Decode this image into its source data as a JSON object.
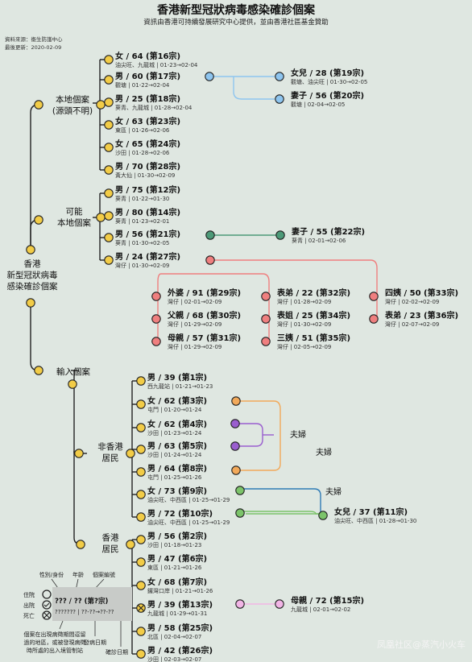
{
  "header": {
    "title": "香港新型冠狀病毒感染確診個案",
    "subtitle": "資訊由香港可持續發展研究中心提供，並由香港社區基金贊助",
    "source": "資料來源：衞生防護中心",
    "updated": "最後更新：2020-02-09"
  },
  "root": {
    "lines": [
      "香港",
      "新型冠狀病毒",
      "感染確診個案"
    ]
  },
  "groups": {
    "local": {
      "lines": [
        "本地個案",
        "(源頭不明)"
      ]
    },
    "possible": {
      "lines": [
        "可能",
        "本地個案"
      ]
    },
    "imported": {
      "lines": [
        "輸入個案"
      ]
    },
    "nonresident": {
      "lines": [
        "非香港",
        "居民"
      ]
    },
    "resident": {
      "lines": [
        "香港",
        "居民"
      ]
    }
  },
  "cases": [
    {
      "id": "c16",
      "label": "女 / 64 (第16宗)",
      "district": "油尖旺、九龍城",
      "dates": "01-23→02-04"
    },
    {
      "id": "c17",
      "label": "男 / 60 (第17宗)",
      "district": "觀塘",
      "dates": "01-22→02-04"
    },
    {
      "id": "c18",
      "label": "男 / 25 (第18宗)",
      "district": "葵青、九龍城",
      "dates": "01-28→02-04"
    },
    {
      "id": "c23",
      "label": "女 / 63 (第23宗)",
      "district": "東區",
      "dates": "01-26→02-06"
    },
    {
      "id": "c24",
      "label": "女 / 65 (第24宗)",
      "district": "沙田",
      "dates": "01-28→02-06"
    },
    {
      "id": "c28",
      "label": "男 / 70 (第28宗)",
      "district": "黃大仙",
      "dates": "01-30→02-09"
    },
    {
      "id": "c12",
      "label": "男 / 75 (第12宗)",
      "district": "葵青",
      "dates": "01-22→01-30"
    },
    {
      "id": "c14",
      "label": "男 / 80 (第14宗)",
      "district": "葵青",
      "dates": "01-23→02-01"
    },
    {
      "id": "c21",
      "label": "男 / 56 (第21宗)",
      "district": "葵青",
      "dates": "01-30→02-05"
    },
    {
      "id": "c27",
      "label": "男 / 24 (第27宗)",
      "district": "灣仔",
      "dates": "01-30→02-09"
    },
    {
      "id": "c1",
      "label": "男 / 39 (第1宗)",
      "district": "西九龍站",
      "dates": "01-21→01-23"
    },
    {
      "id": "c3",
      "label": "女 / 62 (第3宗)",
      "district": "屯門",
      "dates": "01-20→01-24"
    },
    {
      "id": "c4",
      "label": "女 / 62 (第4宗)",
      "district": "沙田",
      "dates": "01-23→01-24"
    },
    {
      "id": "c5",
      "label": "男 / 63 (第5宗)",
      "district": "沙田",
      "dates": "01-24→01-24"
    },
    {
      "id": "c8",
      "label": "男 / 64 (第8宗)",
      "district": "屯門",
      "dates": "01-25→01-26"
    },
    {
      "id": "c9",
      "label": "女 / 73 (第9宗)",
      "district": "油尖旺、中西區",
      "dates": "01-25→01-29"
    },
    {
      "id": "c10",
      "label": "男 / 72 (第10宗)",
      "district": "油尖旺、中西區",
      "dates": "01-25→01-29"
    },
    {
      "id": "c2",
      "label": "男 / 56 (第2宗)",
      "district": "沙田",
      "dates": "01-18→01-23"
    },
    {
      "id": "c6",
      "label": "男 / 47 (第6宗)",
      "district": "東區",
      "dates": "01-21→01-26"
    },
    {
      "id": "c7",
      "label": "女 / 68 (第7宗)",
      "district": "鑼灣口岸",
      "dates": "01-21→01-26"
    },
    {
      "id": "c13",
      "label": "男 / 39 (第13宗)",
      "district": "九龍城",
      "dates": "01-29→01-31"
    },
    {
      "id": "c25",
      "label": "男 / 58 (第25宗)",
      "district": "北區",
      "dates": "02-04→02-07"
    },
    {
      "id": "c26",
      "label": "男 / 42 (第26宗)",
      "district": "沙田",
      "dates": "02-03→02-07"
    }
  ],
  "contacts": [
    {
      "id": "c19",
      "label": "女兒 / 28 (第19宗)",
      "district": "觀塘、油尖旺",
      "dates": "01-30→02-05"
    },
    {
      "id": "c20",
      "label": "妻子 / 56 (第20宗)",
      "district": "觀塘",
      "dates": "02-04→02-05"
    },
    {
      "id": "c22",
      "label": "妻子 / 55 (第22宗)",
      "district": "葵青",
      "dates": "02-01→02-06"
    },
    {
      "id": "c29",
      "label": "外婆 / 91 (第29宗)",
      "district": "灣仔",
      "dates": "02-01→02-09"
    },
    {
      "id": "c30",
      "label": "父親 / 68 (第30宗)",
      "district": "灣仔",
      "dates": "01-29→02-09"
    },
    {
      "id": "c31",
      "label": "母親 / 57 (第31宗)",
      "district": "灣仔",
      "dates": "01-29→02-09"
    },
    {
      "id": "c32",
      "label": "表弟 / 22 (第32宗)",
      "district": "灣仔",
      "dates": "01-28→02-09"
    },
    {
      "id": "c34",
      "label": "表姐 / 25 (第34宗)",
      "district": "灣仔",
      "dates": "01-30→02-09"
    },
    {
      "id": "c35",
      "label": "三姨 / 51 (第35宗)",
      "district": "灣仔",
      "dates": "02-05→02-09"
    },
    {
      "id": "c33",
      "label": "四姨 / 50 (第33宗)",
      "district": "灣仔",
      "dates": "02-02→02-09"
    },
    {
      "id": "c36",
      "label": "表弟 / 23 (第36宗)",
      "district": "灣仔",
      "dates": "02-07→02-09"
    },
    {
      "id": "c11",
      "label": "女兒 / 37 (第11宗)",
      "district": "油尖旺、中西區",
      "dates": "01-28→01-30"
    },
    {
      "id": "c15",
      "label": "母親 / 72 (第15宗)",
      "district": "九龍城",
      "dates": "02-01→02-02"
    }
  ],
  "relations": {
    "couple1": "夫婦",
    "couple2": "夫婦",
    "couple3": "夫婦"
  },
  "legend": {
    "top": [
      "性別/身份",
      "年齡",
      "個案編號"
    ],
    "status": [
      "住院",
      "出院",
      "死亡"
    ],
    "sample_top": "??? / ?? (第?宗)",
    "sample_bottom": "???????  | ??-??→??-??",
    "note": [
      "個案在出現病徵期間逗留",
      "過的地區，或被發現病徵",
      "時所處的出入境管制站"
    ],
    "onset": "發病日期",
    "confirm": "確診日期"
  },
  "watermark": "凤凰社区@蒸汽小火车",
  "colors": {
    "background": "#dfe7e1",
    "line": "#222222",
    "yellow": "#f2cc47",
    "blue": "#8ec5ef",
    "teal": "#4d9a78",
    "red": "#ef7f7f",
    "orange": "#f2a95a",
    "purple": "#9a5ecf",
    "green": "#7cc46a",
    "pink": "#f2b5e6"
  }
}
